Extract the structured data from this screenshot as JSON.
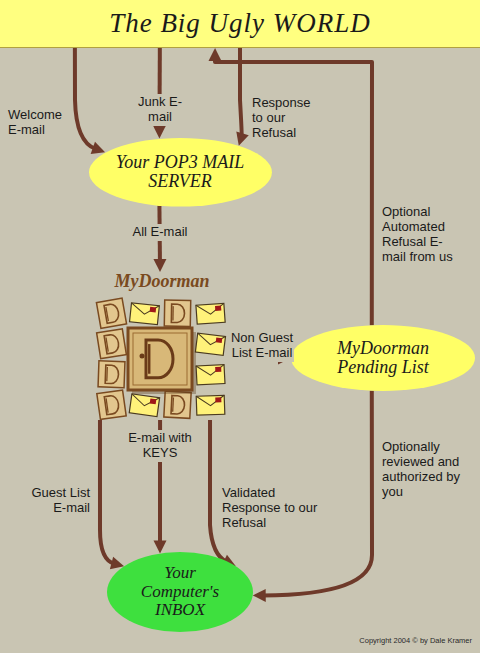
{
  "diagram": {
    "nodes": [
      {
        "text": [
          "The Big Ugly WORLD"
        ]
      },
      {
        "text": [
          "Your POP3 MAIL SERVER"
        ]
      },
      {
        "text": [
          "MyDoorman"
        ]
      },
      {
        "text": [
          "MyDoorman Pending List"
        ]
      },
      {
        "text": [
          "Your Computer's INBOX"
        ]
      }
    ],
    "edges": [
      {
        "from": 0,
        "to": 1,
        "label": "Welcome E-mail",
        "arrow": "to"
      },
      {
        "from": 0,
        "to": 1,
        "label": "Junk E-mail",
        "arrow": "to"
      },
      {
        "from": 0,
        "to": 1,
        "label": "Response to our Refusal",
        "arrow": "to"
      },
      {
        "from": 1,
        "to": 2,
        "label": "All E-mail",
        "arrow": "to"
      },
      {
        "from": 2,
        "to": 3,
        "label": "Non Guest List E-mail",
        "arrow": "to"
      },
      {
        "from": 3,
        "to": 0,
        "label": "Optional Automated Refusal E-mail from us",
        "arrow": "to"
      },
      {
        "from": 2,
        "to": 4,
        "label": "Guest List E-mail",
        "arrow": "to"
      },
      {
        "from": 2,
        "to": 4,
        "label": "E-mail with KEYS",
        "arrow": "to"
      },
      {
        "from": 2,
        "to": 4,
        "label": "Validated Response to our Refusal",
        "arrow": "to"
      },
      {
        "from": 3,
        "to": 4,
        "label": "Optionally reviewed and authorized by you",
        "arrow": "to"
      }
    ],
    "labels": [
      "Copyright 2004 © by Dale Kramer"
    ]
  }
}
